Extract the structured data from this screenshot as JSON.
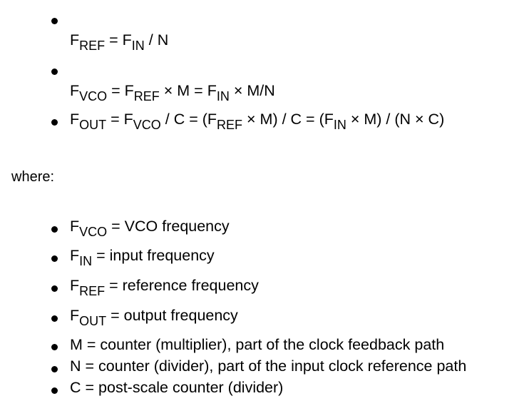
{
  "equations": [
    {
      "segments": [
        {
          "t": "F"
        },
        {
          "t": "REF",
          "sub": true
        },
        {
          "t": " = F"
        },
        {
          "t": "IN",
          "sub": true
        },
        {
          "t": " / N"
        }
      ]
    },
    {
      "segments": [
        {
          "t": "F"
        },
        {
          "t": "VCO",
          "sub": true
        },
        {
          "t": " = F"
        },
        {
          "t": "REF",
          "sub": true
        },
        {
          "t": " × M = F"
        },
        {
          "t": "IN",
          "sub": true
        },
        {
          "t": " × M/N"
        }
      ]
    },
    {
      "segments": [
        {
          "t": "F"
        },
        {
          "t": "OUT",
          "sub": true
        },
        {
          "t": " = F"
        },
        {
          "t": "VCO",
          "sub": true
        },
        {
          "t": " / C = (F"
        },
        {
          "t": "REF",
          "sub": true
        },
        {
          "t": " × M) / C = (F"
        },
        {
          "t": "IN",
          "sub": true
        },
        {
          "t": " × M) / (N × C)"
        }
      ]
    }
  ],
  "where_label": "where:",
  "definitions": [
    {
      "segments": [
        {
          "t": "F"
        },
        {
          "t": "VCO",
          "sub": true
        },
        {
          "t": " = VCO frequency"
        }
      ]
    },
    {
      "segments": [
        {
          "t": "F"
        },
        {
          "t": "IN",
          "sub": true
        },
        {
          "t": " = input frequency"
        }
      ]
    },
    {
      "segments": [
        {
          "t": "F"
        },
        {
          "t": "REF",
          "sub": true
        },
        {
          "t": " = reference frequency"
        }
      ]
    },
    {
      "segments": [
        {
          "t": "F"
        },
        {
          "t": "OUT",
          "sub": true
        },
        {
          "t": " = output frequency"
        }
      ]
    },
    {
      "segments": [
        {
          "t": "M = counter (multiplier), part of the clock feedback path"
        }
      ]
    },
    {
      "segments": [
        {
          "t": "N = counter (divider), part of the input clock reference path"
        }
      ]
    },
    {
      "segments": [
        {
          "t": "C = post-scale counter (divider)"
        }
      ]
    }
  ]
}
